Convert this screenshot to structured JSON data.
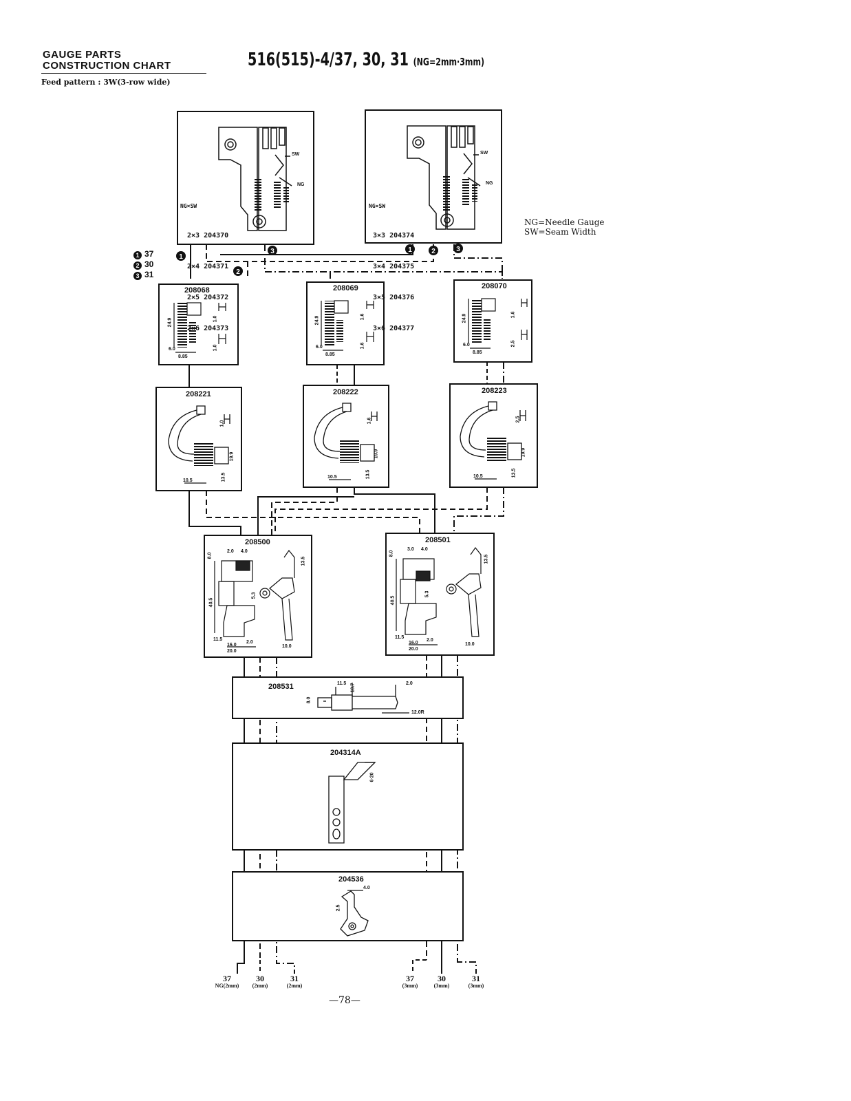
{
  "header": {
    "section_line1": "GAUGE PARTS",
    "section_line2": "CONSTRUCTION CHART",
    "feed_pattern": "Feed pattern : 3W(3-row wide)",
    "title_main": "516(515)-4/37, 30, 31",
    "title_ng": "(NG=2mm·3mm)"
  },
  "legend": {
    "ng": "NG=Needle Gauge",
    "sw": "SW=Seam Width",
    "combos": [
      {
        "num": "1",
        "label": "37"
      },
      {
        "num": "2",
        "label": "30"
      },
      {
        "num": "3",
        "label": "31"
      }
    ]
  },
  "needle_plates": [
    {
      "heading": "NG×SW",
      "rows": [
        "2×3 204370",
        "2×4 204371",
        "2×5 204372",
        "2×6 204373"
      ]
    },
    {
      "heading": "NG×SW",
      "rows": [
        "3×3 204374",
        "3×4 204375",
        "3×5 204376",
        "3×6 204377"
      ]
    }
  ],
  "plate_tags": {
    "sw": "SW",
    "ng": "NG"
  },
  "feed_dogs": [
    "208068",
    "208069",
    "208070"
  ],
  "feed_dog_dims": {
    "h": "24.9",
    "w1": "6.0",
    "w2": "8.85"
  },
  "feed_dog_gauges": [
    [
      "1.0",
      "1.0"
    ],
    [
      "1.6",
      "1.6"
    ],
    [
      "1.6",
      "2.5"
    ]
  ],
  "feed_bars": [
    "208221",
    "208222",
    "208223"
  ],
  "feed_bar_gauges": [
    "1.0",
    "1.6",
    "2.5"
  ],
  "feed_bar_dims": {
    "a": "10.5",
    "b": "13.5",
    "c": "19.9"
  },
  "presser_feet": [
    "208500",
    "208501"
  ],
  "presser_foot_dims": [
    {
      "top": "2.0",
      "top2": "4.0",
      "d1": "8.0",
      "d2": "40.5",
      "d3": "5.3",
      "d4": "13.5",
      "b1": "11.5",
      "b2": "16.0",
      "b3": "2.0",
      "b4": "20.0",
      "b5": "10.0"
    },
    {
      "top": "3.0",
      "top2": "4.0",
      "d1": "8.0",
      "d2": "40.5",
      "d3": "5.3",
      "d4": "13.5",
      "b1": "11.5",
      "b2": "16.0",
      "b3": "2.0",
      "b4": "20.0",
      "b5": "10.0"
    }
  ],
  "shaft": {
    "part": "208531",
    "d1": "11.5",
    "d2": "10.7",
    "d3": "2.0",
    "d4": "8.0",
    "d5": "12.0R"
  },
  "knife": {
    "part": "204314A",
    "d1": "6·20"
  },
  "looper": {
    "part": "204536",
    "d1": "4.0",
    "d2": "2.5"
  },
  "outputs": [
    {
      "num": "37",
      "ng": "NG(2mm)"
    },
    {
      "num": "30",
      "ng": "(2mm)"
    },
    {
      "num": "31",
      "ng": "(2mm)"
    },
    {
      "num": "37",
      "ng": "(3mm)"
    },
    {
      "num": "30",
      "ng": "(3mm)"
    },
    {
      "num": "31",
      "ng": "(3mm)"
    }
  ],
  "page_number": "—78—"
}
